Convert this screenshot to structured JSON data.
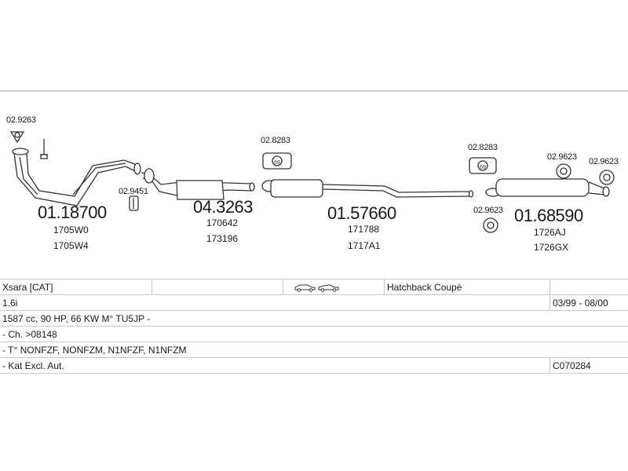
{
  "parts": {
    "clamp_left": {
      "ref": "02.9263"
    },
    "front_pipe": {
      "ref": "01.18700",
      "codes": [
        "1705W0",
        "1705W4"
      ]
    },
    "gasket_a": {
      "ref": "02.9451"
    },
    "catalyst": {
      "ref": "04.3263",
      "codes": [
        "170642",
        "173196"
      ]
    },
    "mount_a": {
      "ref": "02.8283",
      "badge": "69"
    },
    "middle_silencer": {
      "ref": "01.57660",
      "codes": [
        "171788",
        "1717A1"
      ]
    },
    "mount_b": {
      "ref": "02.8283",
      "badge": "69"
    },
    "rubber_a": {
      "ref": "02.9623"
    },
    "rubber_b": {
      "ref": "02.9623"
    },
    "rubber_c": {
      "ref": "02.9623"
    },
    "rear_silencer": {
      "ref": "01.68590",
      "codes": [
        "1726AJ",
        "1726GX"
      ]
    }
  },
  "vehicle": {
    "model": "Xsara  [CAT]",
    "body_icons": [
      "hatchback-car-icon",
      "coupe-car-icon"
    ],
    "body_type": "Hatchback Coupè",
    "engine": "1.6i",
    "years": "03/99 - 08/00",
    "specs": "1587 cc, 90 HP, 66 KW M° TU5JP -",
    "chassis": "- Ch. >08148",
    "type_codes": "- T° NONFZF, NONFZM, N1NFZF, N1NFZM",
    "note": "- Kat Excl. Aut.",
    "note_code": "C070284"
  }
}
